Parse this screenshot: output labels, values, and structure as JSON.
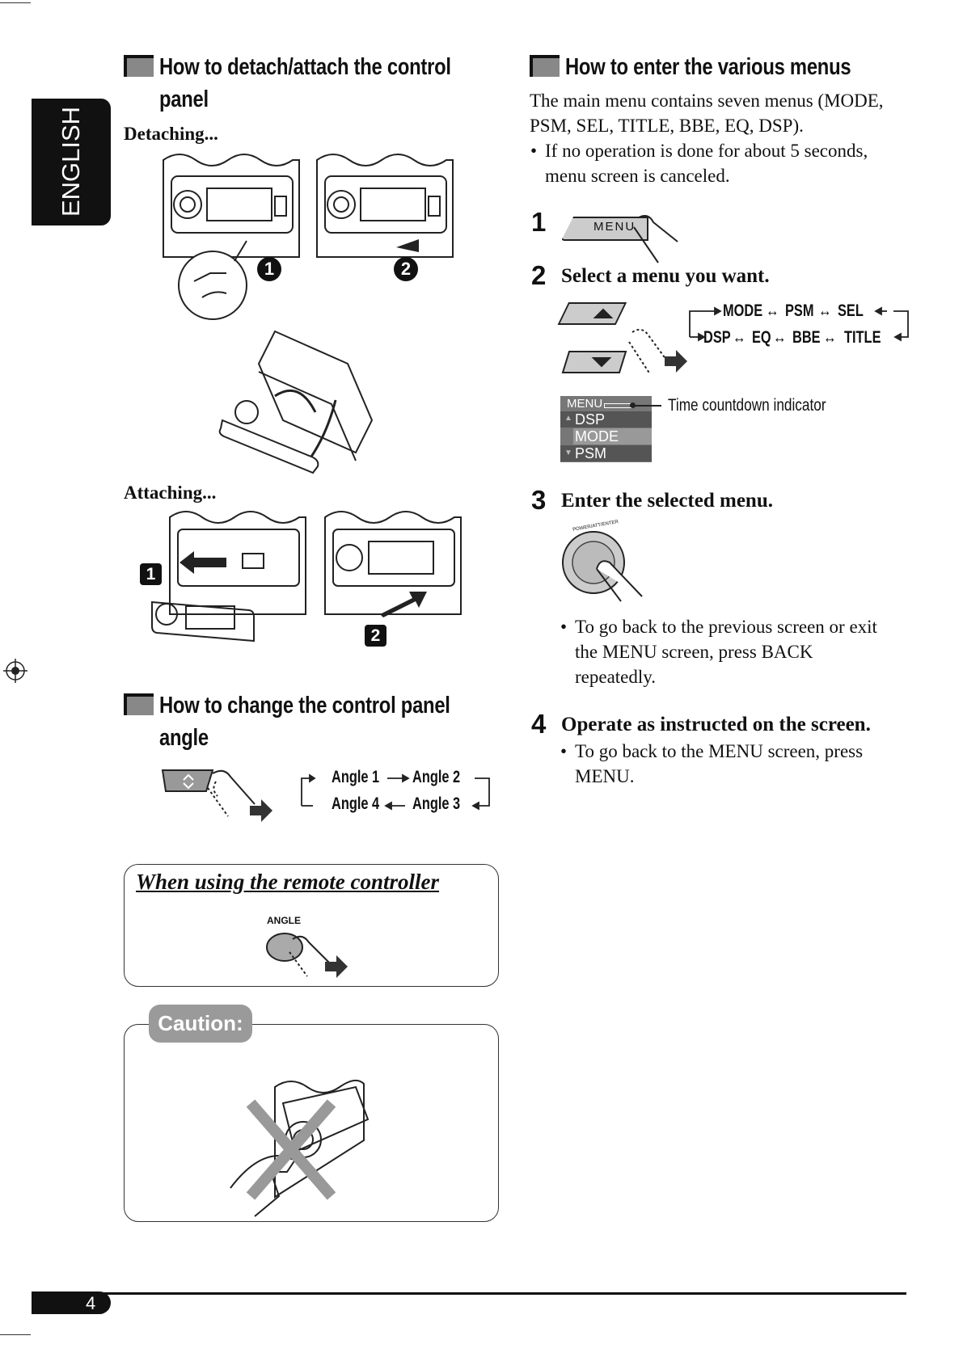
{
  "side_tab": {
    "label": "ENGLISH"
  },
  "page_number": "4",
  "left": {
    "detach": {
      "title_line1": "How to detach/attach the control",
      "title_line2": "panel",
      "detaching_label": "Detaching...",
      "attaching_label": "Attaching...",
      "markers": {
        "step1": "1",
        "step2": "2"
      }
    },
    "angle": {
      "title_line1": "How to change the control panel",
      "title_line2": "angle",
      "cycle": [
        "Angle 1",
        "Angle 2",
        "Angle 3",
        "Angle 4"
      ]
    },
    "remote": {
      "title": "When using the remote controller",
      "button_label": "ANGLE"
    },
    "caution": {
      "label": "Caution:"
    }
  },
  "right": {
    "menus": {
      "title": "How to enter the various menus",
      "intro": "The main menu contains seven menus (MODE, PSM, SEL, TITLE, BBE, EQ, DSP).",
      "bullet": "If no operation is done for about 5 seconds, menu screen is canceled.",
      "steps": [
        {
          "num": "1",
          "text": "",
          "button": "MENU"
        },
        {
          "num": "2",
          "text": "Select a menu you want."
        },
        {
          "num": "3",
          "text": "Enter the selected menu.",
          "knob_label": "POWER/ATT/ENTER",
          "bullet": "To go back to the previous screen or exit the MENU screen, press BACK repeatedly."
        },
        {
          "num": "4",
          "text": "Operate as instructed on the screen.",
          "bullet": "To go back to the MENU screen, press MENU."
        }
      ],
      "cycle_top": [
        "MODE",
        "PSM",
        "SEL"
      ],
      "cycle_bottom": [
        "DSP",
        "EQ",
        "BBE",
        "TITLE"
      ],
      "display": {
        "header": "MENU",
        "items": [
          "DSP",
          "MODE",
          "PSM"
        ]
      },
      "countdown_label": "Time countdown indicator"
    }
  }
}
